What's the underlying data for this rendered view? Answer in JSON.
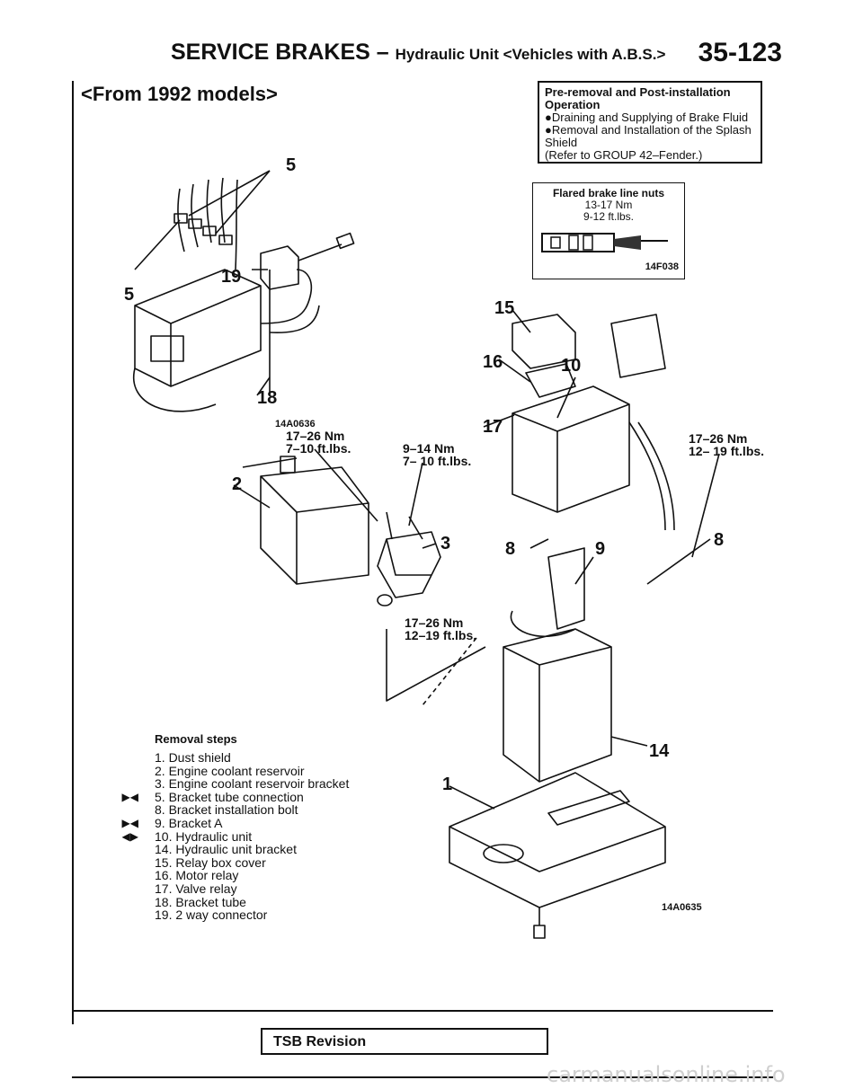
{
  "header": {
    "title": "SERVICE BRAKES",
    "dash": "–",
    "subtitle": "Hydraulic Unit <Vehicles with A.B.S.>",
    "page": "35-123"
  },
  "section_title": "<From 1992 models>",
  "pre_removal": {
    "title": "Pre-removal and Post-installation Operation",
    "items": [
      "●Draining and Supplying of Brake Fluid",
      "●Removal and Installation of the Splash Shield",
      "(Refer to GROUP 42–Fender.)"
    ]
  },
  "flared_nuts": {
    "title": "Flared brake line nuts",
    "spec_nm": "13-17 Nm",
    "spec_ftlbs": "9-12 ft.lbs.",
    "code": "14F038"
  },
  "figure_codes": {
    "upper": "14A0636",
    "lower": "14A0635"
  },
  "callouts": [
    "5",
    "5",
    "19",
    "18",
    "2",
    "15",
    "16",
    "10",
    "17",
    "3",
    "8",
    "9",
    "8",
    "14",
    "1"
  ],
  "torques": {
    "t1": {
      "nm": "17–26 Nm",
      "ft": "7–10 ft.lbs."
    },
    "t2": {
      "nm": "9–14 Nm",
      "ft": "7– 10 ft.lbs."
    },
    "t3": {
      "nm": "17–26 Nm",
      "ft": "12– 19 ft.lbs."
    },
    "t4": {
      "nm": "17–26 Nm",
      "ft": "12–19 ft.lbs."
    }
  },
  "removal_steps": {
    "title": "Removal steps",
    "items": [
      {
        "mark": "",
        "text": "1. Dust shield"
      },
      {
        "mark": "",
        "text": "2. Engine coolant reservoir"
      },
      {
        "mark": "",
        "text": "3. Engine coolant reservoir bracket"
      },
      {
        "mark": "▶◀",
        "text": "5. Bracket tube connection"
      },
      {
        "mark": "",
        "text": "8. Bracket installation bolt"
      },
      {
        "mark": "▶◀",
        "text": "9. Bracket A"
      },
      {
        "mark": "◀▶",
        "text": "10. Hydraulic unit"
      },
      {
        "mark": "",
        "text": "14. Hydraulic unit bracket"
      },
      {
        "mark": "",
        "text": "15. Relay box cover"
      },
      {
        "mark": "",
        "text": "16. Motor relay"
      },
      {
        "mark": "",
        "text": "17. Valve relay"
      },
      {
        "mark": "",
        "text": "18. Bracket tube"
      },
      {
        "mark": "",
        "text": "19. 2 way connector"
      }
    ]
  },
  "tsb": "TSB Revision",
  "watermark": "carmanualsonline.info"
}
